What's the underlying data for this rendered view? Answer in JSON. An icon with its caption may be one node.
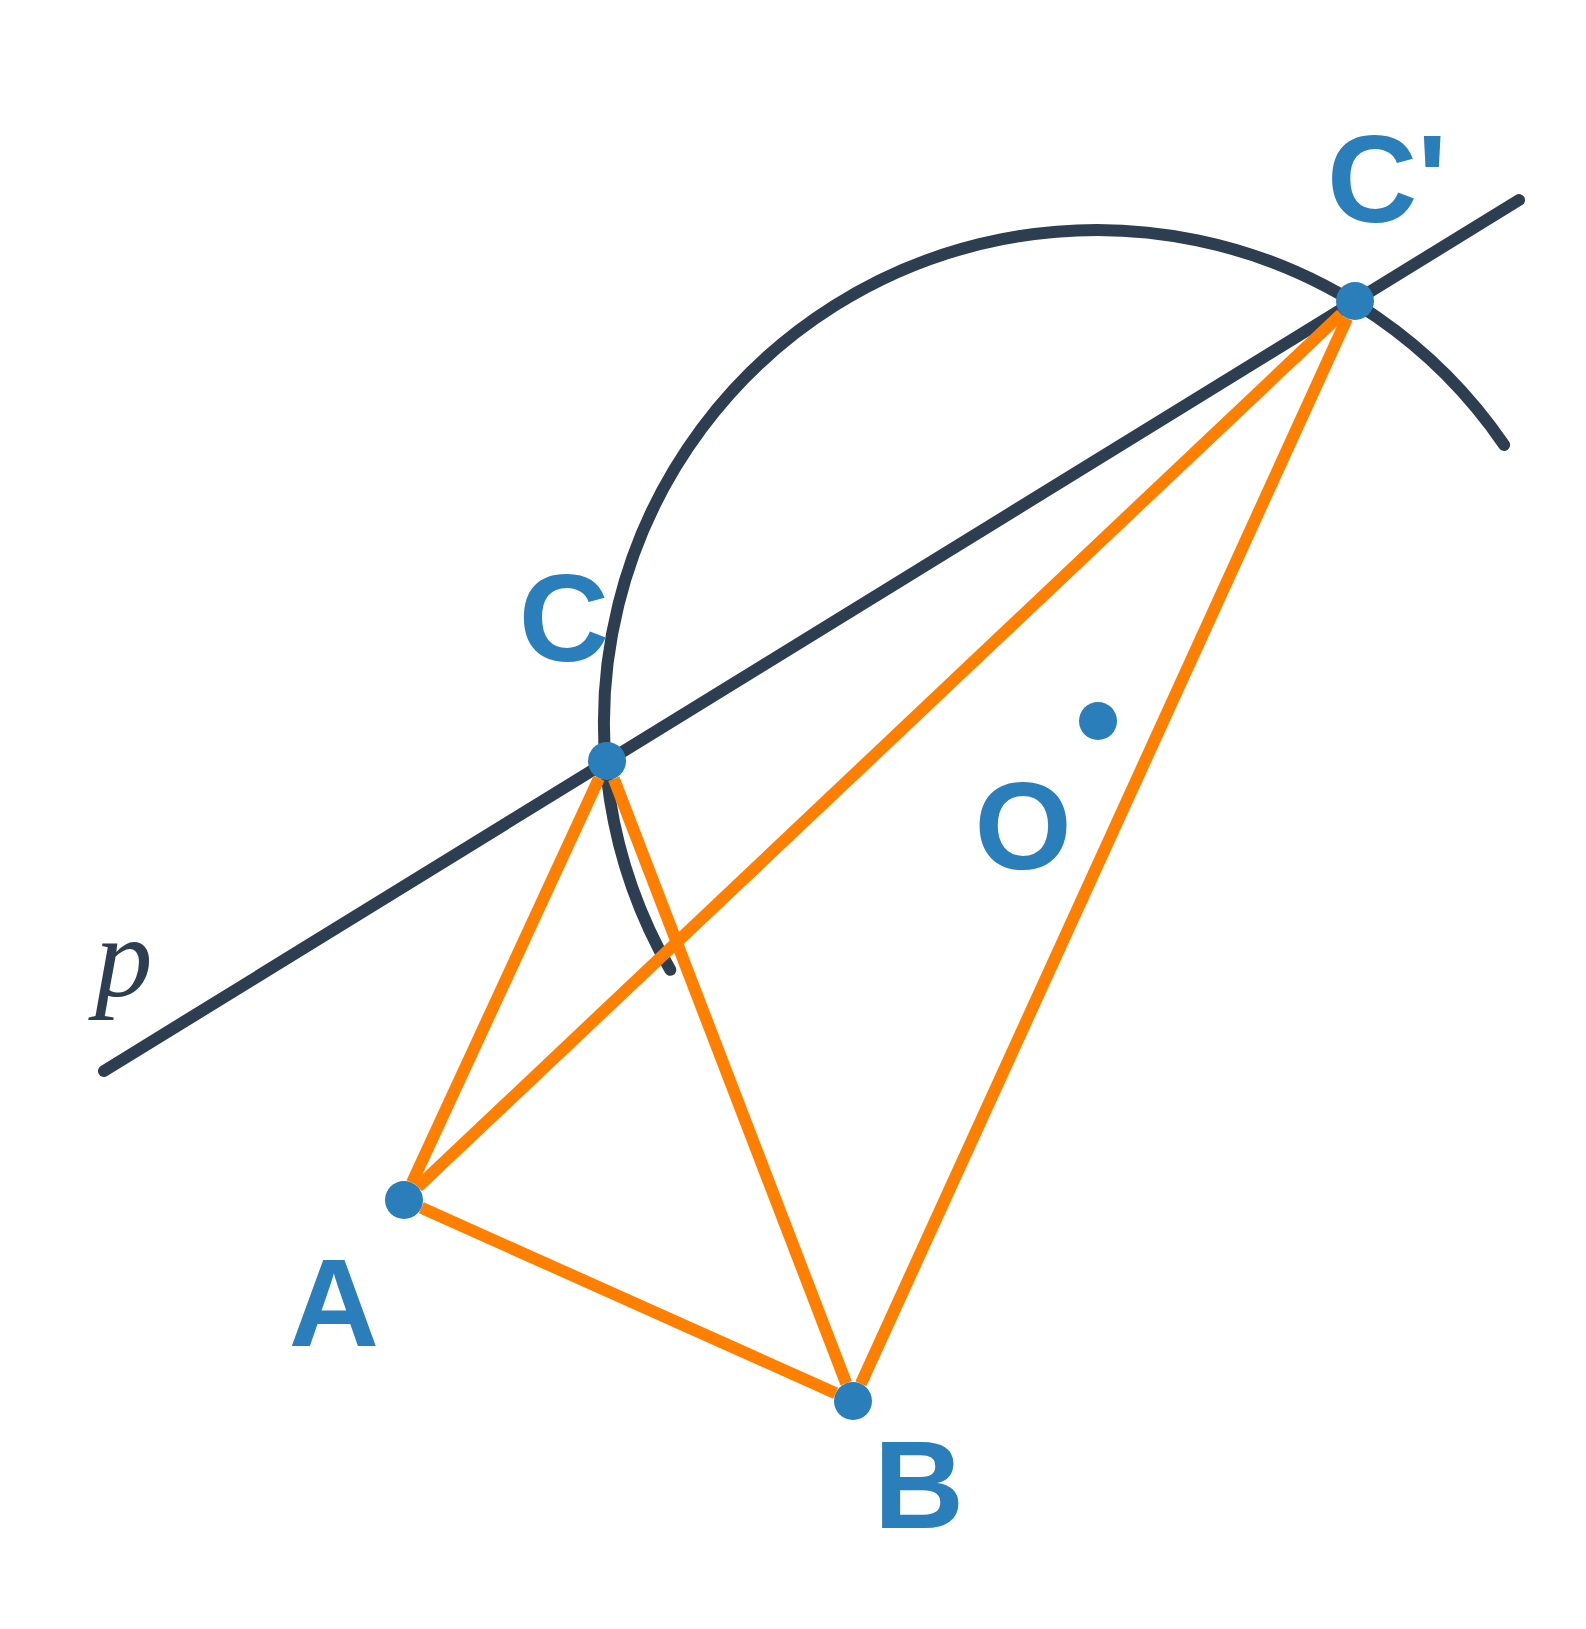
{
  "diagram": {
    "nodes": [
      {
        "text": [
          "A"
        ]
      },
      {
        "text": [
          "B"
        ]
      },
      {
        "text": [
          "C"
        ]
      },
      {
        "text": [
          "C'"
        ]
      },
      {
        "text": [
          "O"
        ]
      }
    ],
    "edges": [
      {
        "from": 0,
        "to": 2,
        "arrow": "none"
      },
      {
        "from": 0,
        "to": 3,
        "arrow": "none"
      },
      {
        "from": 0,
        "to": 1,
        "arrow": "none"
      },
      {
        "from": 1,
        "to": 2,
        "arrow": "none"
      },
      {
        "from": 1,
        "to": 3,
        "arrow": "none"
      }
    ],
    "labels": [
      "p"
    ]
  }
}
